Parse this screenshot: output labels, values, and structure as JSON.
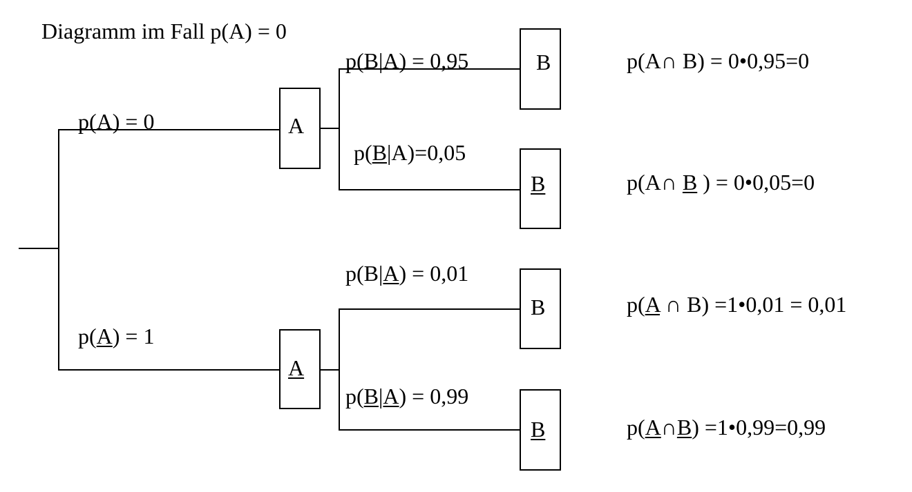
{
  "title": "Diagramm im Fall p(A) = 0",
  "first_stage": [
    {
      "id": "A",
      "branch_label": "p(A) = 0",
      "node": "A",
      "node_negated": false
    },
    {
      "id": "notA",
      "branch_label": "p(A) =  1",
      "node": "A",
      "node_negated": true
    }
  ],
  "second_stage": [
    {
      "id": "A_B",
      "branch_label": "p(B|A) = 0,95",
      "node": "B",
      "node_negated": false,
      "result": "p(A∩ B) = 0•0,95=0"
    },
    {
      "id": "A_notB",
      "branch_label": "p(B|A)=0,05",
      "node": "B",
      "node_negated": true,
      "result": "p(A∩ B ) = 0•0,05=0"
    },
    {
      "id": "notA_B",
      "branch_label": "p(B|A) = 0,01",
      "node": "B",
      "node_negated": false,
      "result": "p(A ∩ B) =1•0,01 = 0,01"
    },
    {
      "id": "notA_notB",
      "branch_label": "p(B|A) = 0,99",
      "node": "B",
      "node_negated": true,
      "result": "p(A∩B) =1•0,99=0,99"
    }
  ]
}
